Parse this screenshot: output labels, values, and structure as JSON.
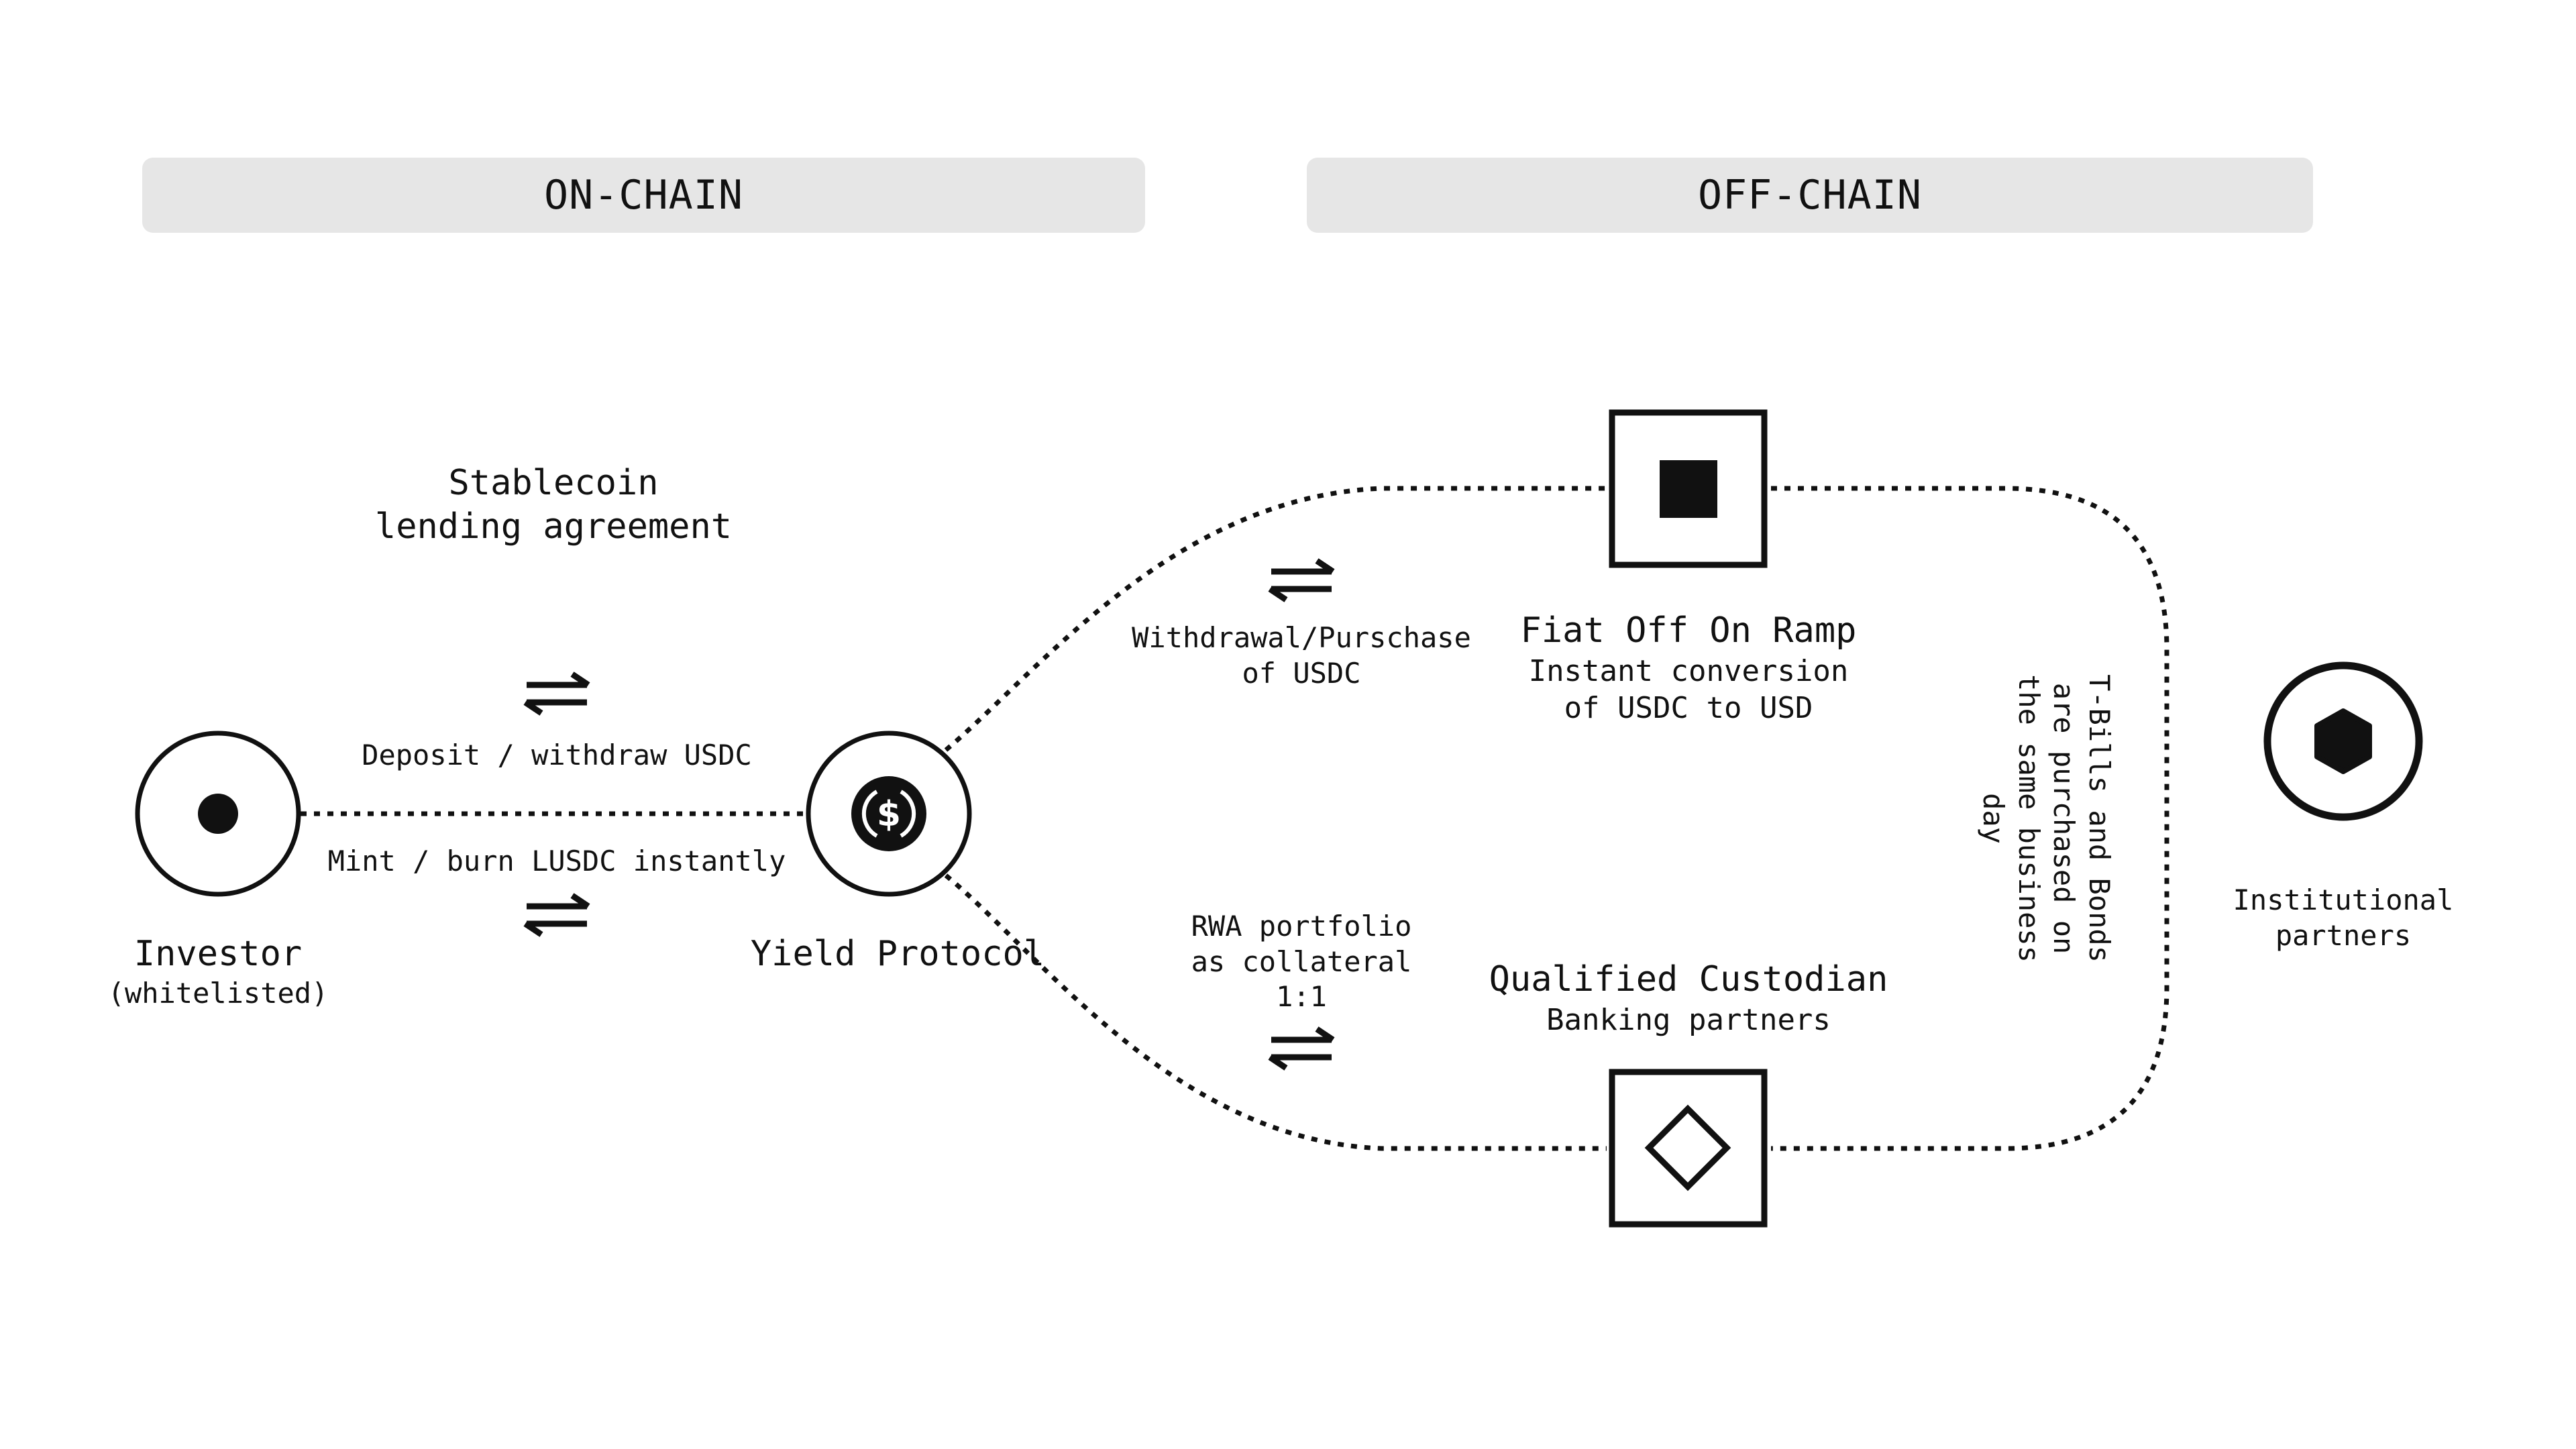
{
  "headers": {
    "on_chain": "ON-CHAIN",
    "off_chain": "OFF-CHAIN"
  },
  "stablecoin_agreement": {
    "line1": "Stablecoin",
    "line2": "lending agreement"
  },
  "investor_link": {
    "top": "Deposit / withdraw USDC",
    "bottom": "Mint / burn LUSDC instantly"
  },
  "investor": {
    "name": "Investor",
    "note": "(whitelisted)"
  },
  "yield_protocol": {
    "name": "Yield Protocol",
    "icon": "usdc-coin-icon"
  },
  "fiat_link": {
    "line1": "Withdrawal/Purschase",
    "line2": "of USDC"
  },
  "fiat_ramp": {
    "name": "Fiat Off On Ramp",
    "line1": "Instant conversion",
    "line2": "of USDC to USD",
    "icon": "square-icon"
  },
  "rwa_link": {
    "line1": "RWA portfolio",
    "line2": "as collateral",
    "line3": "1:1"
  },
  "custodian": {
    "name": "Qualified Custodian",
    "sub": "Banking partners",
    "icon": "diamond-icon"
  },
  "tbills_note": {
    "line1": "T-Bills and Bonds",
    "line2": "are purchased on",
    "line3": "the same business",
    "line4": "day"
  },
  "institutional": {
    "line1": "Institutional",
    "line2": "partners",
    "icon": "hexagon-icon"
  }
}
